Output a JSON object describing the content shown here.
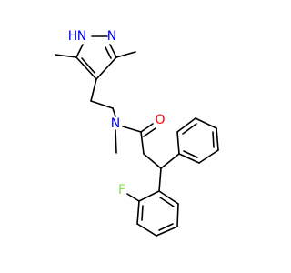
{
  "molecule": {
    "atoms": {
      "pyrazole_nh": {
        "text": "H",
        "prefix": "N",
        "color": "#0000ff"
      },
      "pyrazole_n": {
        "text": "N",
        "color": "#0000ff"
      },
      "amide_n": {
        "text": "N",
        "color": "#0000ff"
      },
      "carbonyl_o": {
        "text": "O",
        "color": "#ff0000"
      },
      "fluorine": {
        "text": "F",
        "color": "#90e050"
      }
    },
    "bond_color": "#000000"
  }
}
